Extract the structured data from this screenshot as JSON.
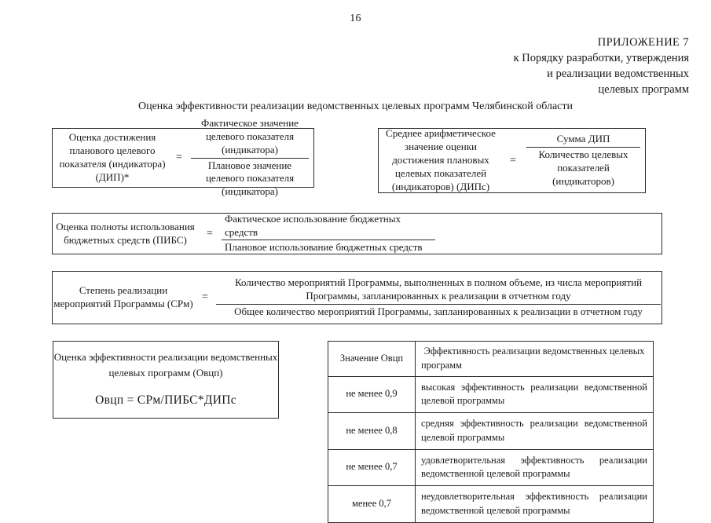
{
  "page": {
    "number": "16"
  },
  "appendix": {
    "title": "ПРИЛОЖЕНИЕ 7",
    "line1": "к Порядку разработки, утверждения",
    "line2": "и реализации ведомственных",
    "line3": "целевых программ"
  },
  "document": {
    "title": "Оценка эффективности реализации ведомственных целевых программ Челябинской области"
  },
  "formulas": [
    {
      "id": "dip",
      "lhs": "Оценка достижения планового целевого показателя (индикатора) (ДИП)*",
      "equals": "=",
      "numerator": "Фактическое значение целевого показателя (индикатора)",
      "denominator": "Плановое значение целевого показателя (индикатора)"
    },
    {
      "id": "dips",
      "lhs": "Среднее арифметическое значение оценки достижения плановых целевых показателей (индикаторов) (ДИПс)",
      "equals": "=",
      "numerator": "Сумма ДИП",
      "denominator": "Количество целевых показателей (индикаторов)"
    },
    {
      "id": "pibs",
      "lhs": "Оценка полноты использования бюджетных средств (ПИБС)",
      "equals": "=",
      "numerator": "Фактическое использование бюджетных средств",
      "denominator": "Плановое использование бюджетных средств"
    },
    {
      "id": "srm",
      "lhs": "Степень реализации мероприятий Программы (СРм)",
      "equals": "=",
      "numerator": "Количество мероприятий Программы, выполненных в полном объеме, из числа мероприятий Программы, запланированных к реализации в отчетном году",
      "denominator": "Общее количество мероприятий Программы, запланированных к реализации в отчетном году"
    }
  ],
  "ovcp_box": {
    "description": "Оценка эффективности реализации ведомственных целевых программ (Овцп)",
    "formula": "Овцп = СРм/ПИБС*ДИПс"
  },
  "results_table": {
    "headers": {
      "value": "Значение Овцп",
      "effectiveness": "Эффективность реализации ведомственных целевых программ"
    },
    "rows": [
      {
        "value": "не менее 0,9",
        "effectiveness": "высокая эффективность реализации ведомственной целевой программы"
      },
      {
        "value": "не менее 0,8",
        "effectiveness": "средняя эффективность реализации ведомственной целевой программы"
      },
      {
        "value": "не менее 0,7",
        "effectiveness": "удовлетворительная эффективность реализации ведомственной целевой программы"
      },
      {
        "value": "менее 0,7",
        "effectiveness": "неудовлетворительная эффективность реализации ведомственной целевой программы"
      }
    ]
  }
}
